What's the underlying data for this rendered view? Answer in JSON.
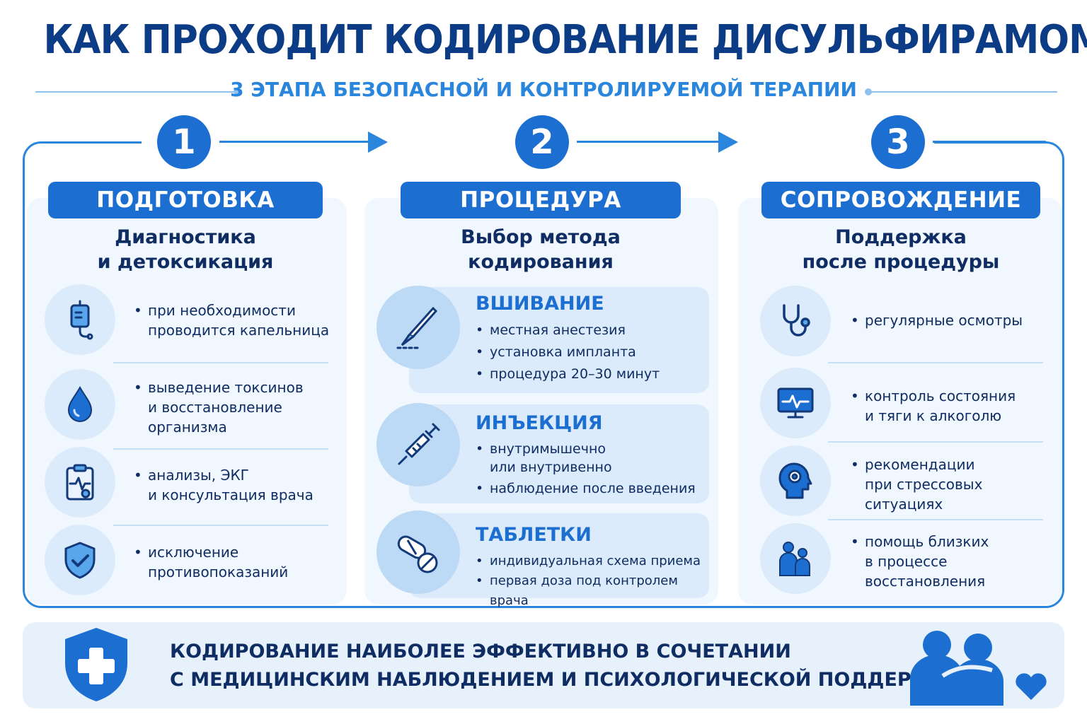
{
  "title": "КАК ПРОХОДИТ КОДИРОВАНИЕ ДИСУЛЬФИРАМОМ",
  "subtitle": "3 ЭТАПА БЕЗОПАСНОЙ И КОНТРОЛИРУЕМОЙ ТЕРАПИИ",
  "colors": {
    "primary": "#1c6fd1",
    "dark_text": "#0f2d63",
    "accent": "#2a86dc",
    "light_bg": "#f1f7fe"
  },
  "stages": [
    {
      "number": "1",
      "label": "ПОДГОТОВКА",
      "heading": [
        "Диагностика",
        "и детоксикация"
      ],
      "items": [
        {
          "icon": "iv-drip-icon",
          "lines": [
            "при необходимости",
            "проводится капельница"
          ]
        },
        {
          "icon": "water-drop-icon",
          "lines": [
            "выведение токсинов",
            "и восстановление",
            "организма"
          ]
        },
        {
          "icon": "clipboard-ecg-icon",
          "lines": [
            "анализы, ЭКГ",
            "и консультация врача"
          ]
        },
        {
          "icon": "shield-check-icon",
          "lines": [
            "исключение",
            "противопоказаний"
          ]
        }
      ]
    },
    {
      "number": "2",
      "label": "ПРОЦЕДУРА",
      "heading": [
        "Выбор метода",
        "кодирования"
      ],
      "methods": [
        {
          "icon": "scalpel-icon",
          "title": "ВШИВАНИЕ",
          "bullets": [
            "местная анестезия",
            "установка импланта",
            "процедура 20–30 минут"
          ]
        },
        {
          "icon": "syringe-icon",
          "title": "ИНЪЕКЦИЯ",
          "bullets": [
            [
              "внутримышечно",
              "или внутривенно"
            ],
            "наблюдение после введения"
          ]
        },
        {
          "icon": "pills-icon",
          "title": "ТАБЛЕТКИ",
          "bullets": [
            "индивидуальная схема приема",
            "первая доза под контролем врача"
          ]
        }
      ]
    },
    {
      "number": "3",
      "label": "СОПРОВОЖДЕНИЕ",
      "heading": [
        "Поддержка",
        "после процедуры"
      ],
      "items": [
        {
          "icon": "stethoscope-icon",
          "lines": [
            "регулярные осмотры"
          ]
        },
        {
          "icon": "monitor-pulse-icon",
          "lines": [
            "контроль состояния",
            "и тяги к алкоголю"
          ]
        },
        {
          "icon": "head-gear-icon",
          "lines": [
            "рекомендации",
            "при стрессовых",
            "ситуациях"
          ]
        },
        {
          "icon": "family-icon",
          "lines": [
            "помощь близких",
            "в процессе",
            "восстановления"
          ]
        }
      ]
    }
  ],
  "banner": {
    "lines": [
      "КОДИРОВАНИЕ НАИБОЛЕЕ ЭФФЕКТИВНО В СОЧЕТАНИИ",
      "С МЕДИЦИНСКИМ НАБЛЮДЕНИЕМ И ПСИХОЛОГИЧЕСКОЙ ПОДДЕРЖКОЙ."
    ],
    "left_icon": "medical-shield-icon",
    "right_icon": "support-people-heart-icon"
  }
}
